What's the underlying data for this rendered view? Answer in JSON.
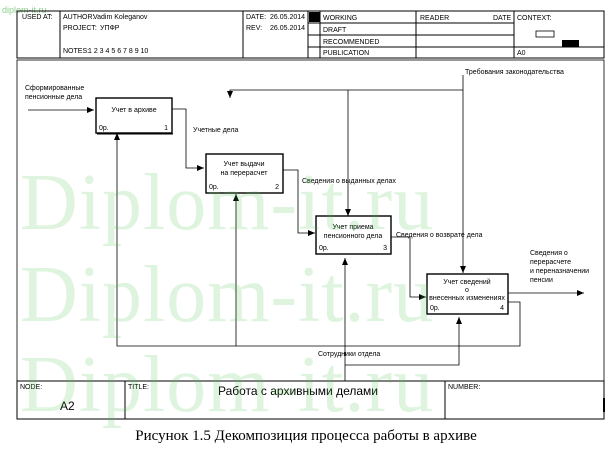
{
  "header": {
    "used_at_label": "USED AT:",
    "author_label": "AUTHOR:",
    "author": "Vadim Koleganov",
    "project_label": "PROJECT:",
    "project": "УПФР",
    "notes_label": "NOTES:",
    "notes": "1 2 3 4 5 6 7 8 9 10",
    "date_label": "DATE:",
    "date": "26.05.2014",
    "rev_label": "REV:",
    "rev": "26.05.2014",
    "status": [
      "WORKING",
      "DRAFT",
      "RECOMMENDED",
      "PUBLICATION"
    ],
    "reader_label": "READER",
    "reader_date_label": "DATE",
    "context_label": "CONTEXT:",
    "node_id": "A0"
  },
  "diagram": {
    "boxes": [
      {
        "label": "Учет в архиве",
        "cost": "0р.",
        "number": "1"
      },
      {
        "label": "Учет выдачи на перерасчет",
        "cost": "0р.",
        "number": "2"
      },
      {
        "label": "Учет приема пенсионного дела",
        "cost": "0р.",
        "number": "3"
      },
      {
        "label": "Учет сведений о внесенных изменениях",
        "cost": "0р.",
        "number": "4"
      }
    ],
    "arrows": {
      "input": "Сформированные пенсионные дела",
      "control": "Требования законодательства",
      "between_1_2": "Учетные дела",
      "between_2_3": "Сведения о выданных делах",
      "between_3_4": "Сведения о возврате дела",
      "output": "Сведения о перерасчете и переназначении пенсии",
      "mechanism": "Сотрудники отдела"
    }
  },
  "footer": {
    "node_label": "NODE:",
    "node": "A2",
    "title_label": "TITLE:",
    "title": "Работа с архивными делами",
    "number_label": "NUMBER:"
  },
  "caption": "Рисунок 1.5 Декомпозиция процесса работы в архиве",
  "watermark": {
    "mini": "diplom-it.ru",
    "text": "Diplom-it.ru"
  }
}
